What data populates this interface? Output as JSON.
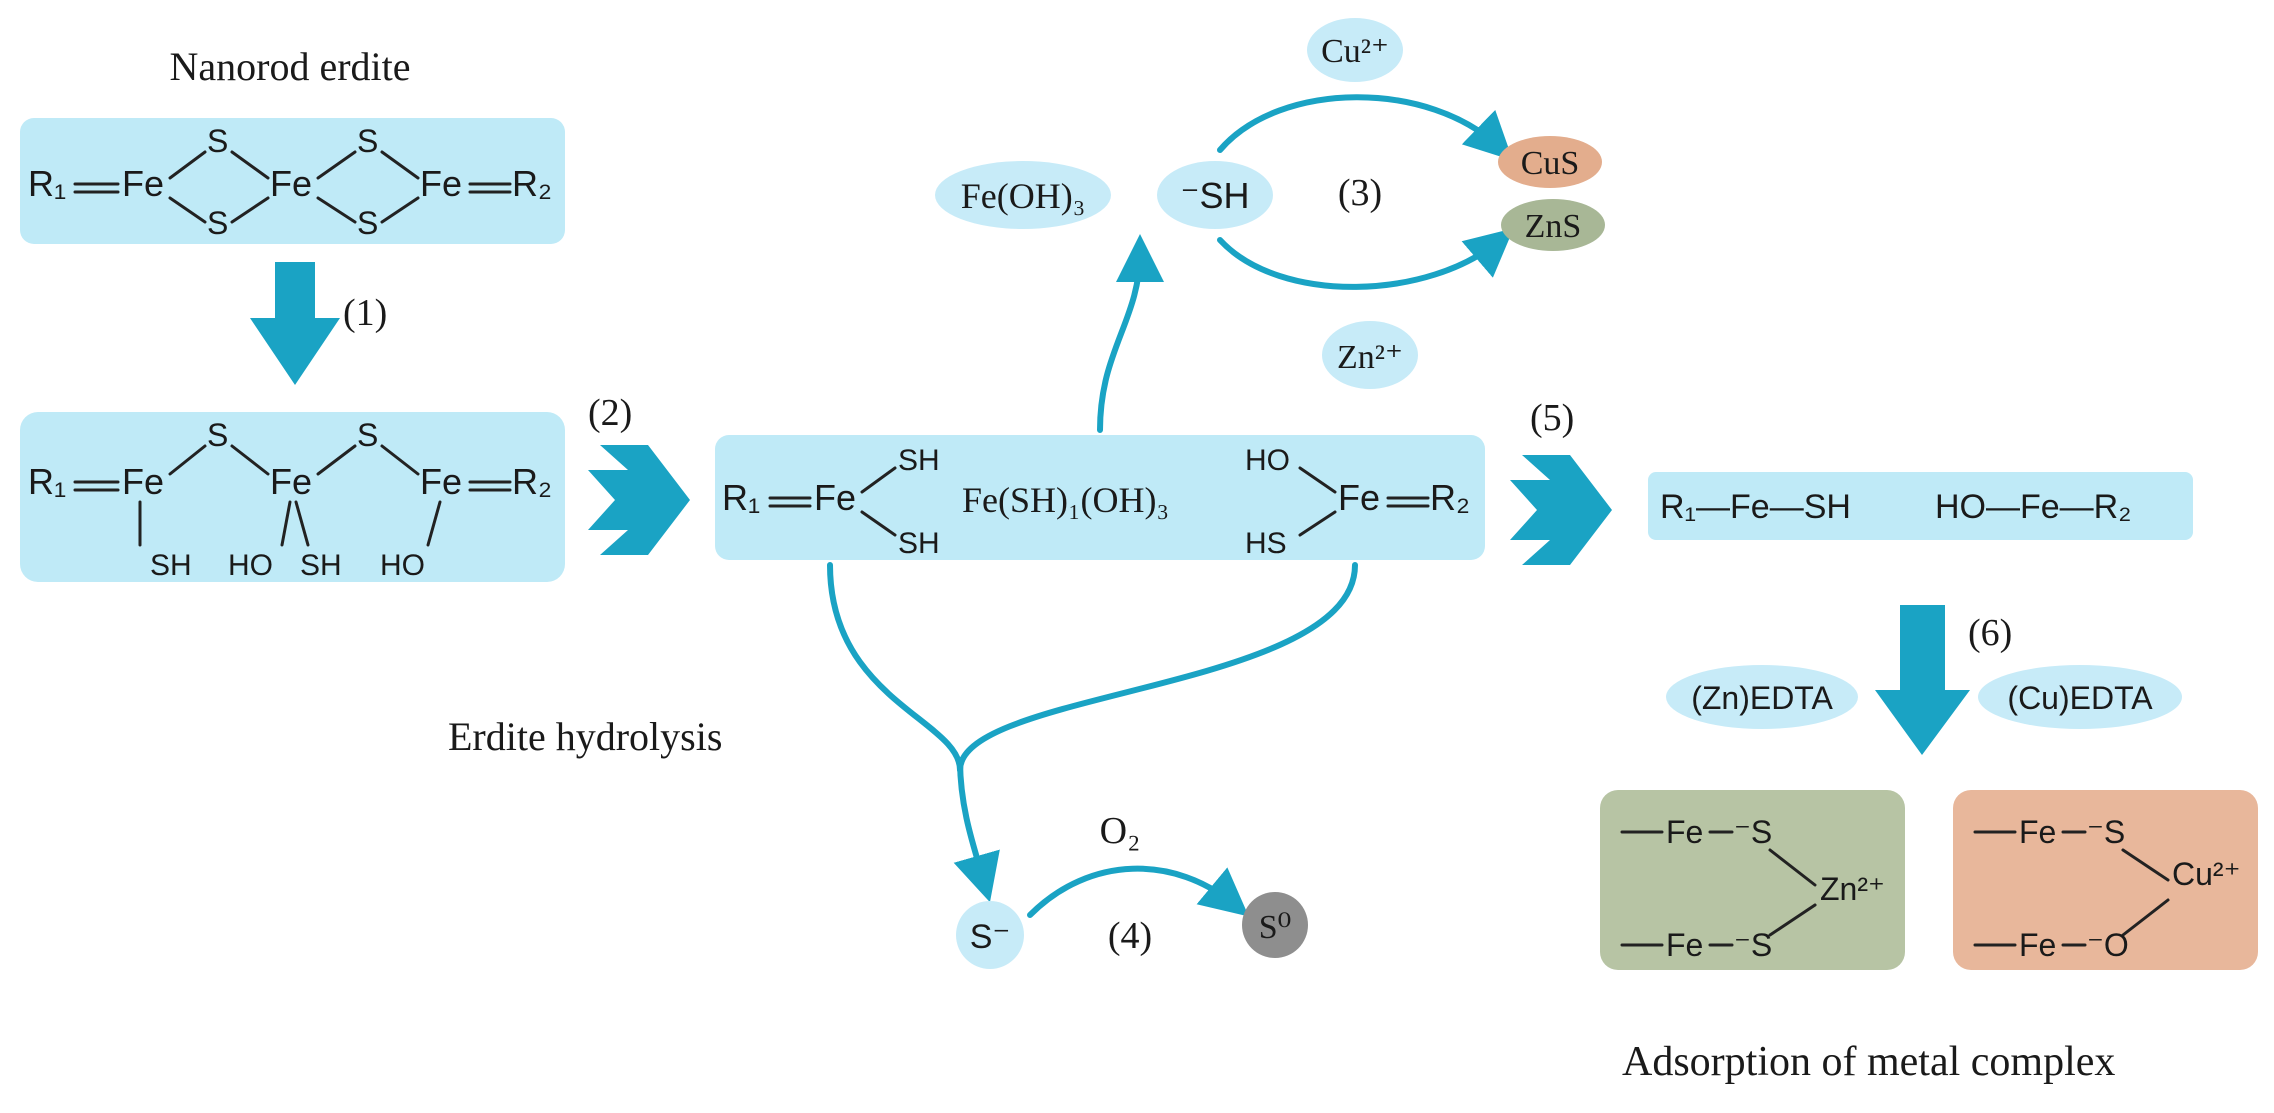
{
  "labels": {
    "nanorod_erdite": "Nanorod erdite",
    "erdite_hydrolysis": "Erdite hydrolysis",
    "adsorption": "Adsorption  of metal complex"
  },
  "steps": {
    "s1": "(1)",
    "s2": "(2)",
    "s3": "(3)",
    "s4": "(4)",
    "s5": "(5)",
    "s6": "(6)"
  },
  "species": {
    "cu_ion": "Cu²⁺",
    "zn_ion": "Zn²⁺",
    "fe_oh3": "Fe(OH)₃",
    "sh": "⁻SH",
    "cus": "CuS",
    "zns": "ZnS",
    "s_minus": "S⁻",
    "s0": "S⁰",
    "o2": "O₂",
    "zn_edta": "(Zn)EDTA",
    "cu_edta": "(Cu)EDTA"
  },
  "structure1": {
    "r1": "R₁",
    "r2": "R₂",
    "fe": "Fe",
    "s": "S"
  },
  "structure2": {
    "r1": "R₁",
    "r2": "R₂",
    "fe": "Fe",
    "s": "S",
    "sh": "SH",
    "ho": "HO"
  },
  "structure3": {
    "r1": "R₁",
    "r2": "R₂",
    "fe": "Fe",
    "sh": "SH",
    "ho": "HO",
    "hs": "HS",
    "middle": "Fe(SH)₁(OH)₃"
  },
  "structure5": {
    "left": "R₁—Fe—SH",
    "right": "HO—Fe—R₂"
  },
  "complex_zn": {
    "fe": "Fe",
    "s": "⁻S",
    "metal": "Zn²⁺"
  },
  "complex_cu": {
    "fe": "Fe",
    "s": "⁻S",
    "o": "⁻O",
    "metal": "Cu²⁺"
  },
  "colors": {
    "box_blue": "#bfeaf7",
    "ellipse_blue": "#c7ebf8",
    "arrow_blue": "#1aa3c4",
    "cus_fill": "#e3ad8d",
    "zns_fill": "#a8b796",
    "complex_green": "#b7c4a4",
    "complex_orange": "#e8b79b",
    "s0_fill": "#8e8e8e"
  }
}
